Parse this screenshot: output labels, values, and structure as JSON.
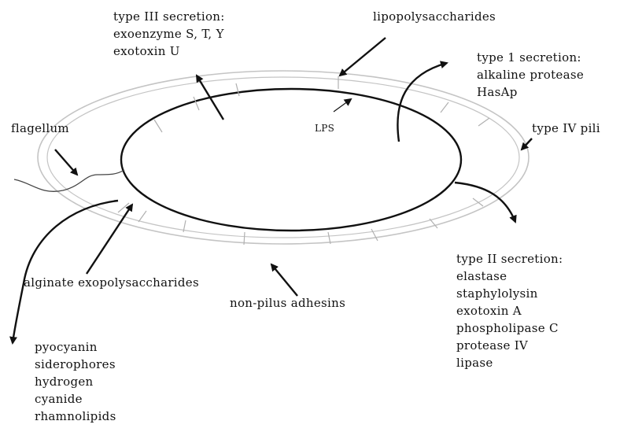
{
  "labels": {
    "type3": [
      "type III secretion:",
      "exoenzyme S, T, Y",
      "exotoxin U"
    ],
    "lipopolysaccharides": "lipopolysaccharides",
    "type1": [
      "type 1 secretion:",
      "alkaline protease",
      "HasAp"
    ],
    "type4_pili": "type IV pili",
    "flagellum": "flagellum",
    "lps": "LPS",
    "type2": [
      "type II secretion:",
      "elastase",
      "staphylolysin",
      "exotoxin A",
      "phospholipase C",
      "protease IV",
      "lipase"
    ],
    "alginate": "alginate exopolysaccharides",
    "non_pilus": "non-pilus adhesins",
    "secreted": [
      "pyocyanin",
      "siderophores",
      "hydrogen",
      "cyanide",
      "rhamnolipids"
    ]
  },
  "colors": {
    "membrane": "#111111",
    "outer_membrane": "#b8b8b8",
    "text": "#111111"
  }
}
